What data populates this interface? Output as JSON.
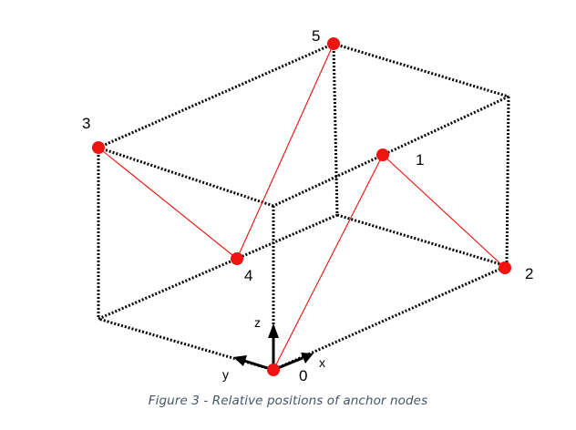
{
  "figure": {
    "caption": "Figure 3 - Relative positions of anchor nodes",
    "colors": {
      "box_edges": "#000000",
      "anchor_nodes": "#ef1410",
      "anchor_links": "#e8100c",
      "axes": "#000000",
      "caption": "#44546a"
    }
  },
  "nodes": {
    "n0": "0",
    "n1": "1",
    "n2": "2",
    "n3": "3",
    "n4": "4",
    "n5": "5"
  },
  "axes": {
    "x": "x",
    "y": "y",
    "z": "z"
  }
}
